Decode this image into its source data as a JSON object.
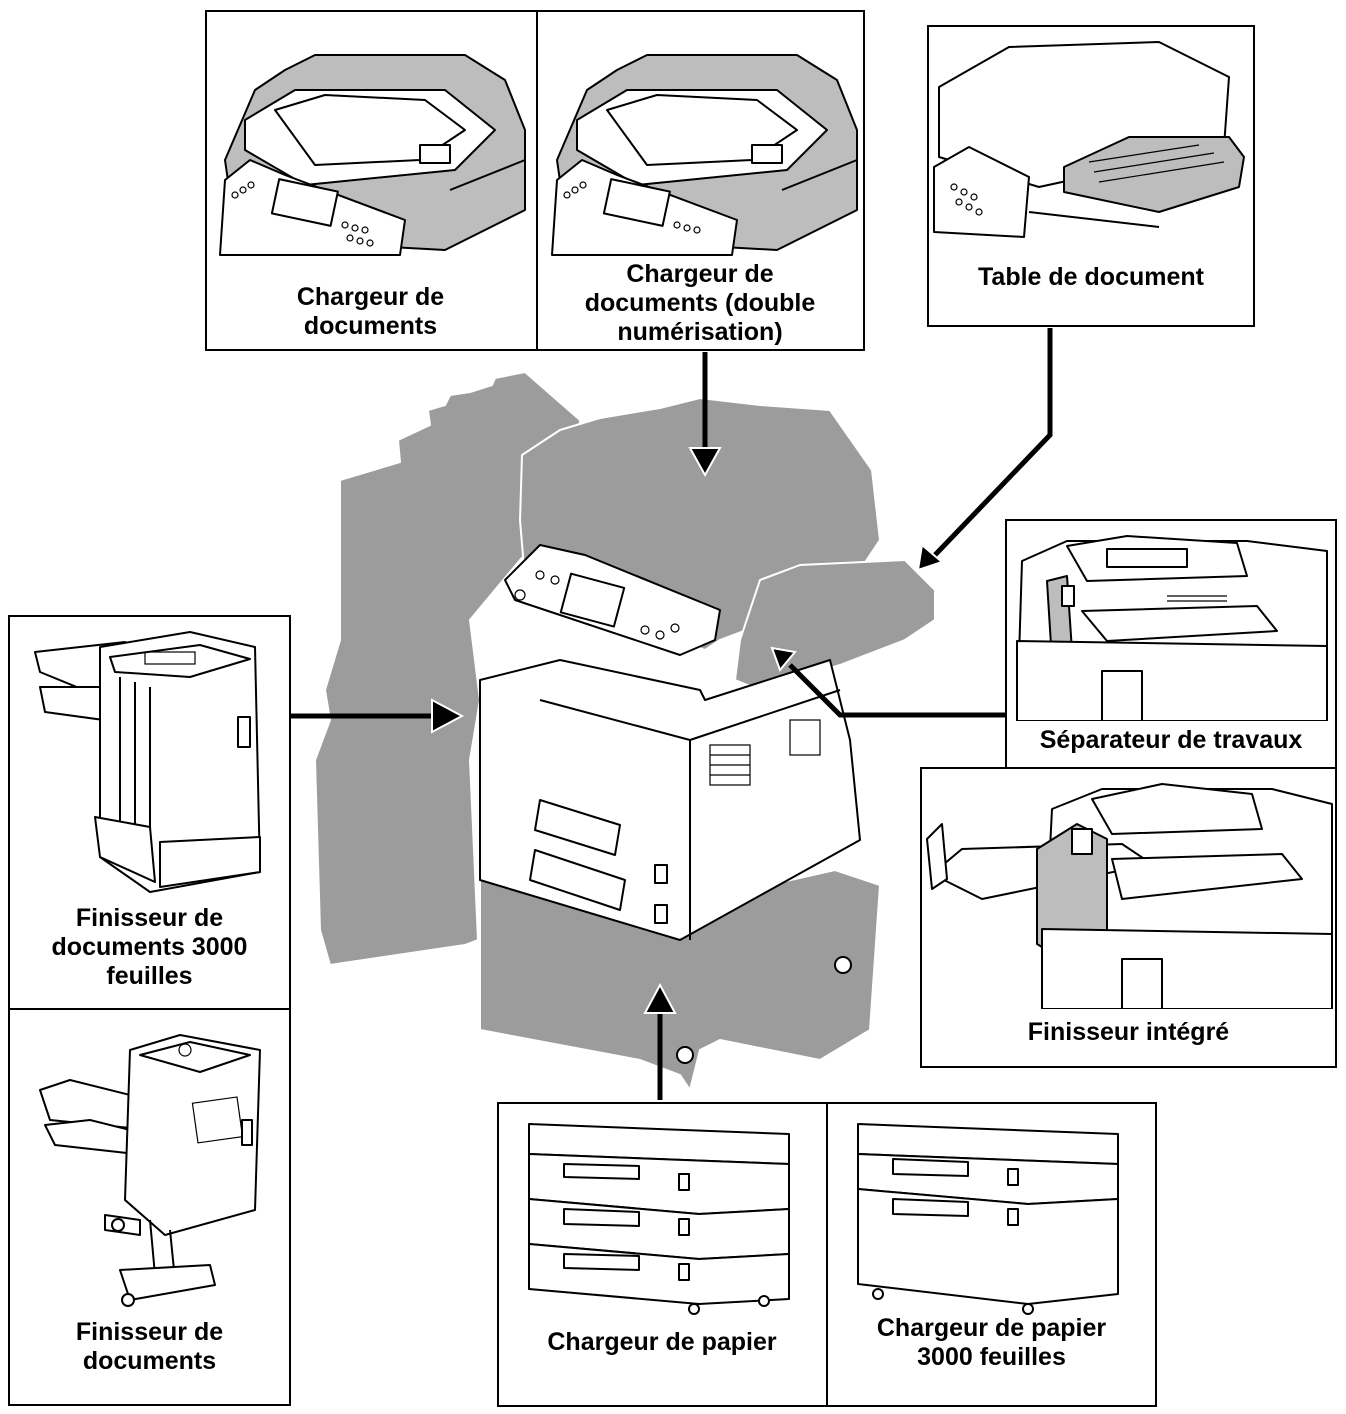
{
  "labels": {
    "document_processor": "Chargeur de\ndocuments",
    "document_processor_dual": "Chargeur de\ndocuments (double\nnumérisation)",
    "document_table": "Table de document",
    "job_separator": "Séparateur de travaux",
    "built_in_finisher": "Finisseur intégré",
    "finisher_3000": "Finisseur de\ndocuments 3000\nfeuilles",
    "finisher": "Finisseur de\ndocuments",
    "paper_feeder": "Chargeur de papier",
    "paper_feeder_3000": "Chargeur de papier\n3000 feuilles"
  },
  "icons": {
    "main_machine": "multifunction-printer-icon",
    "document_processor": "document-processor-icon",
    "document_table": "document-table-icon",
    "job_separator": "job-separator-icon",
    "built_in_finisher": "built-in-finisher-icon",
    "finisher_3000": "finisher-3000-icon",
    "finisher": "finisher-icon",
    "paper_feeder": "paper-feeder-icon",
    "paper_feeder_3000": "paper-feeder-3000-icon"
  },
  "colors": {
    "stroke": "#000000",
    "option_fill": "#9c9c9c",
    "background": "#ffffff"
  }
}
